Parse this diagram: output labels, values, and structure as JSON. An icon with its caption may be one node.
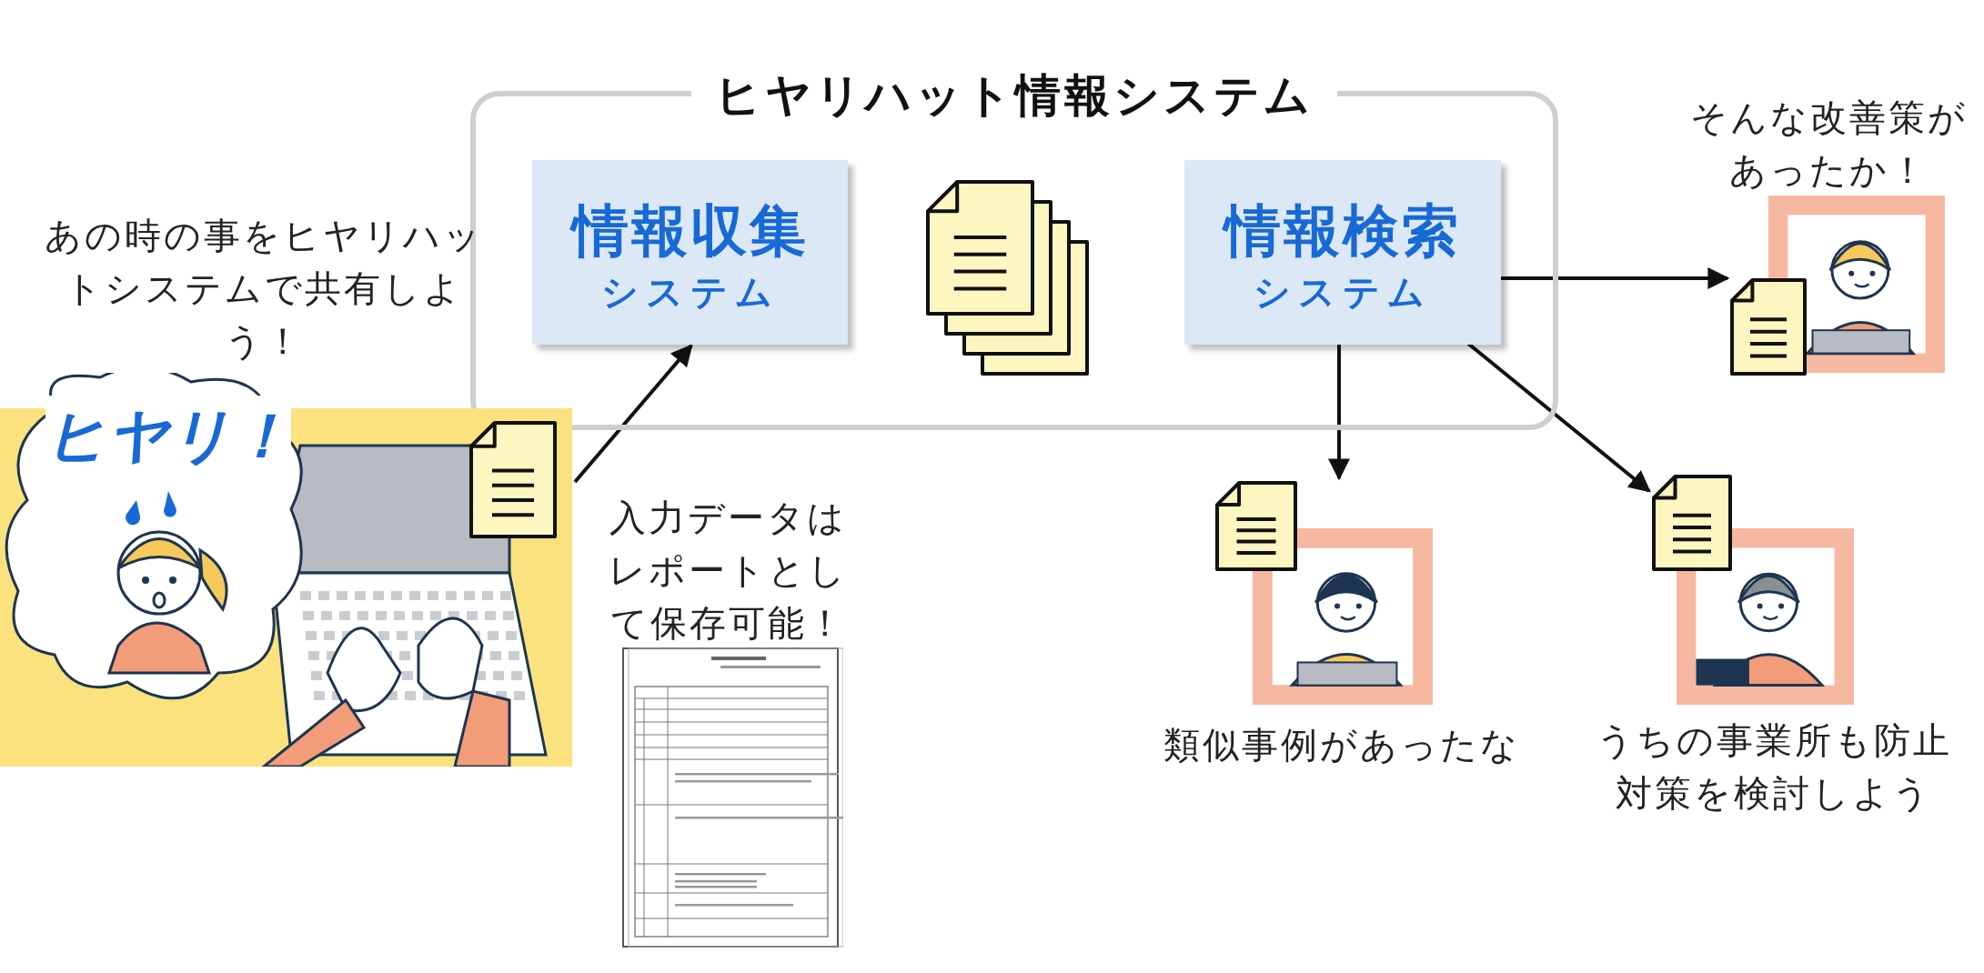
{
  "diagram": {
    "nodes": [
      {
        "text": [
          "ヒヤリハット情報システム"
        ]
      },
      {
        "text": [
          "情報収集",
          "システム"
        ],
        "in": 0
      },
      {
        "text": [],
        "shape": "picture",
        "in": 0
      },
      {
        "text": [
          "情報検索",
          "システム"
        ],
        "in": 0
      },
      {
        "text": [
          "ヒヤリ！"
        ],
        "beside": [
          "あの時の事をヒヤリハットシステムで共有しよう！"
        ]
      },
      {
        "text": [],
        "shape": "picture",
        "beside": [
          "そんな改善策があったか！"
        ]
      },
      {
        "text": [],
        "shape": "picture",
        "beside": [
          "類似事例があったな"
        ]
      },
      {
        "text": [],
        "shape": "picture",
        "beside": [
          "うちの事業所も防止対策を検討しよう"
        ]
      }
    ],
    "edges": [
      {
        "from": 4,
        "to": 1,
        "arrow": "to"
      },
      {
        "from": 3,
        "to": 5,
        "arrow": "to"
      },
      {
        "from": 3,
        "to": 6,
        "arrow": "to"
      },
      {
        "from": 3,
        "to": 7,
        "arrow": "to"
      }
    ],
    "labels": [
      "入力データはレポートとして保存可能！"
    ]
  }
}
